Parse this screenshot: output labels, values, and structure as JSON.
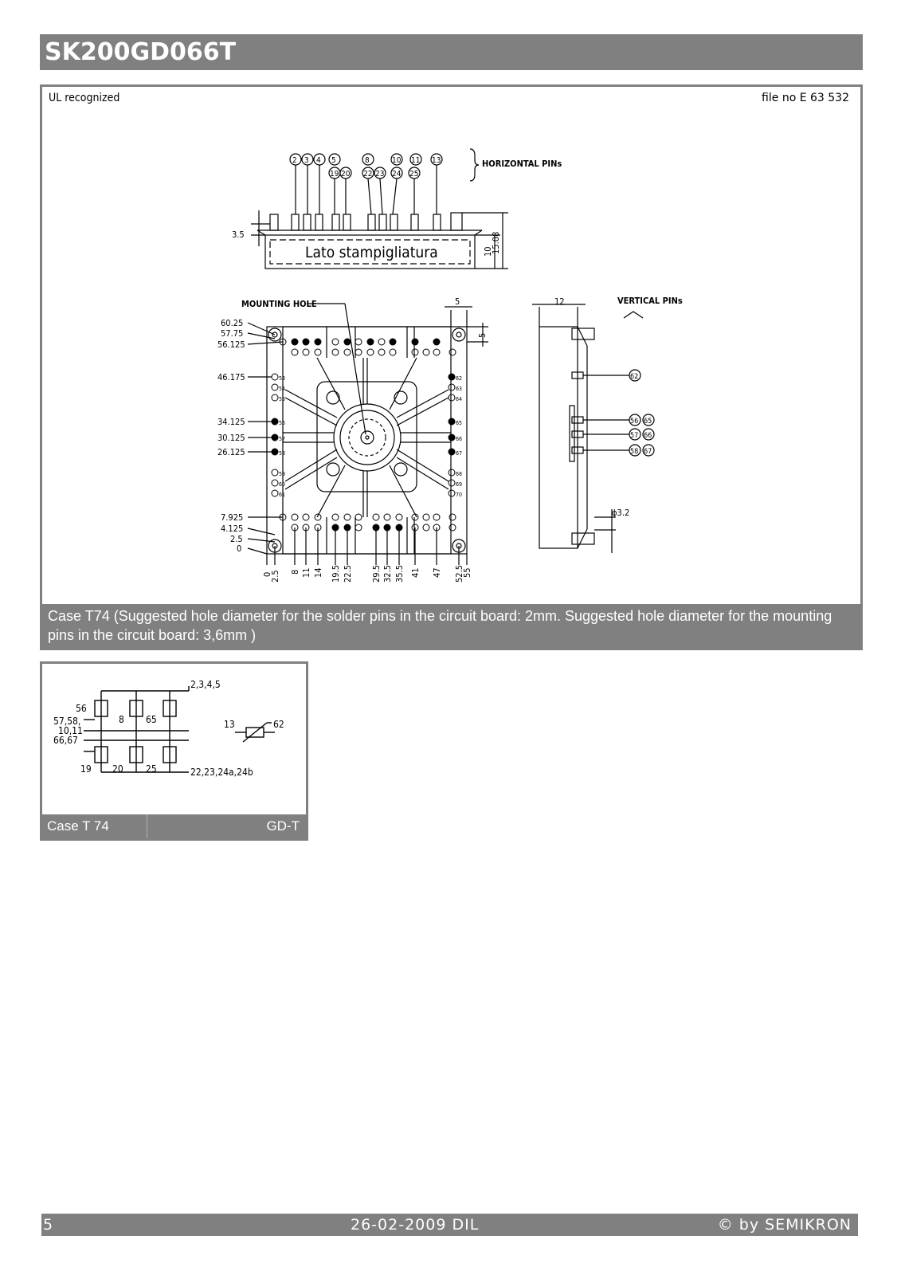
{
  "header": {
    "title": "SK200GD066T"
  },
  "case_drawing": {
    "ul_label": "UL recognized",
    "file_label": "file no E 63 532",
    "horizontal_pins_label": "HORIZONTAL PINs",
    "vertical_pins_label": "VERTICAL PINs",
    "mounting_hole_label": "MOUNTING HOLE",
    "marking_side_label": "Lato stampigliatura",
    "top_pin_numbers_row1": [
      "2",
      "3",
      "4",
      "5",
      "8",
      "10",
      "11",
      "13"
    ],
    "top_pin_numbers_row2": [
      "19",
      "20",
      "22",
      "23",
      "24",
      "25"
    ],
    "side_dims": [
      "3.5",
      "10",
      "15.08"
    ],
    "left_dims": [
      "60.25",
      "57.75",
      "56.125",
      "46.175",
      "34.125",
      "30.125",
      "26.125",
      "7.925",
      "4.125",
      "2.5",
      "0"
    ],
    "bottom_dims": [
      "0",
      "2.5",
      "8",
      "11",
      "14",
      "19.5",
      "22.5",
      "29.5",
      "32.5",
      "35.5",
      "41",
      "47",
      "52.5",
      "55"
    ],
    "top_right_dims": [
      "5",
      "5"
    ],
    "side_view_dims": [
      "12",
      "ϕ3.2"
    ],
    "side_view_pins": [
      "62",
      "56",
      "65",
      "57",
      "66",
      "58",
      "67"
    ],
    "inner_left_pins": [
      "53",
      "54",
      "55",
      "56",
      "57",
      "58",
      "59",
      "60",
      "61"
    ],
    "inner_right_pins": [
      "62",
      "63",
      "64",
      "65",
      "66",
      "67",
      "68",
      "69",
      "70"
    ],
    "caption": "Case T74 (Suggested hole diameter for the solder pins in the circuit board: 2mm. Suggested hole diameter for the mounting pins in the circuit board: 3,6mm )"
  },
  "schematic": {
    "labels": {
      "top": "2,3,4,5",
      "p56": "56",
      "p57": "57,58,",
      "p10": "10,11",
      "p66": "66,67",
      "p8": "8",
      "p65": "65",
      "p19": "19",
      "p20": "20",
      "p25": "25",
      "bottom": "22,23,24a,24b",
      "ntc_left": "13",
      "ntc_right": "62"
    },
    "caption_left": "Case T 74",
    "caption_right": "GD-T"
  },
  "footer": {
    "page": "5",
    "date": "26-02-2009  DIL",
    "copyright": "© by SEMIKRON"
  }
}
